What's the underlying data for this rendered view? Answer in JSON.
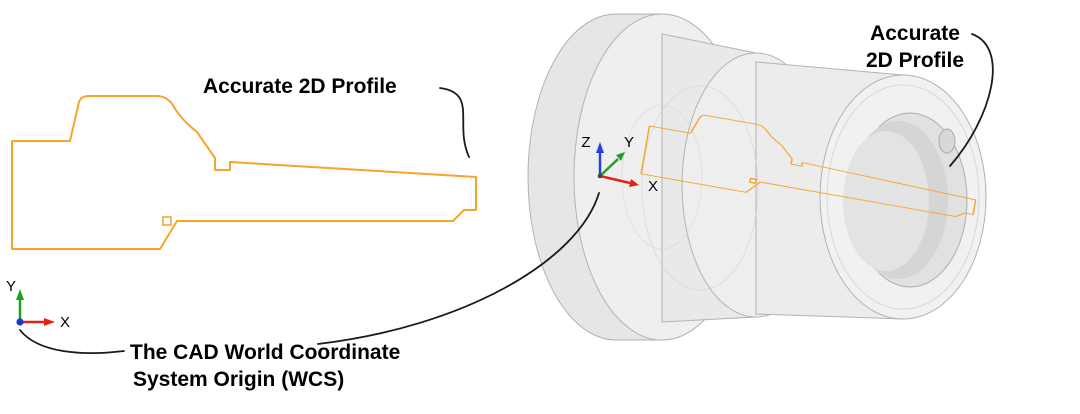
{
  "labels": {
    "profile_2d": "Accurate 2D Profile",
    "profile_3d_line1": "Accurate",
    "profile_3d_line2": "2D Profile",
    "wcs_line1": "The CAD World Coordinate",
    "wcs_line2": "System Origin (WCS)"
  },
  "axes": {
    "triad_2d": {
      "x": "X",
      "y": "Y"
    },
    "triad_3d": {
      "x": "X",
      "y": "Y",
      "z": "Z"
    }
  },
  "colors": {
    "profile_stroke": "#F5A42C",
    "axis_x": "#E52017",
    "axis_y": "#1FA11F",
    "axis_z": "#2742E0",
    "origin_dot": "#1536D9",
    "leader_line": "#1A1A1A",
    "label_text": "#000000",
    "part_fill": "#ECECEC",
    "part_edge": "#B2B2B2"
  }
}
